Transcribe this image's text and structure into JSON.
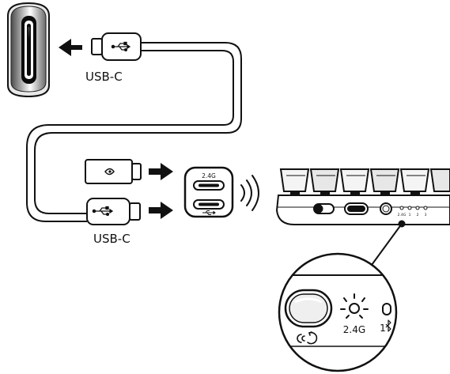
{
  "labels": {
    "top_cable": "USB-C",
    "bottom_cable": "USB-C",
    "dongle_port_24g": "2.4G",
    "zoom_mode_24g": "2.4G",
    "zoom_mode_bt": "1"
  },
  "icons": {
    "top_connector": "usb-icon",
    "bottom_connector": "usb-icon",
    "adapter": "logo-icon",
    "dongle_bottom_port": "usb-icon",
    "wireless": "wireless-signal-icon",
    "zoom_button": "connect-button-icon",
    "zoom_24g": "led-light-icon",
    "zoom_bt": "bluetooth-icon"
  },
  "keyboard_indicators": [
    "2.4G",
    "1",
    "2",
    "3"
  ]
}
